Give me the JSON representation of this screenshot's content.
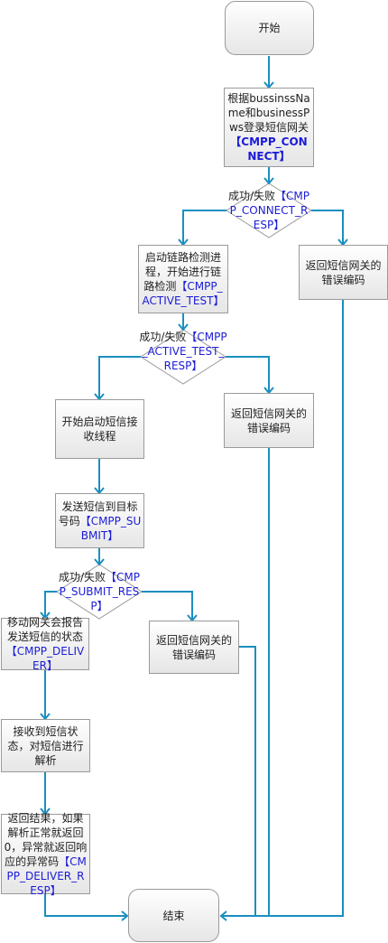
{
  "nodes": {
    "start": {
      "label": "开始"
    },
    "login": {
      "text": "根据bussinssName和businessPws登录短信网关",
      "code": "【CMPP_CONNECT】"
    },
    "decision1": {
      "text": "成功/失败",
      "code": "【CMPP_CONNECT_RESP】"
    },
    "active_test": {
      "text": "启动链路检测进程，开始进行链路检测",
      "code": "【CMPP_ACTIVE_TEST】"
    },
    "error1": {
      "label": "返回短信网关的错误编码"
    },
    "decision2": {
      "text": "成功/失败",
      "code": "【CMPP_ACTIVE_TEST_RESP】"
    },
    "recv_thread": {
      "label": "开始启动短信接收线程"
    },
    "error2": {
      "label": "返回短信网关的错误编码"
    },
    "submit": {
      "text": "发送短信到目标号码",
      "code": "【CMPP_SUBMIT】"
    },
    "decision3": {
      "text": "成功/失败",
      "code": "【CMPP_SUBMIT_RESP】"
    },
    "deliver": {
      "text": "移动网关会报告发送短信的状态",
      "code": "【CMPP_DELIVER】"
    },
    "error3": {
      "label": "返回短信网关的错误编码"
    },
    "parse": {
      "label": "接收到短信状态，对短信进行解析"
    },
    "deliver_resp": {
      "text": "返回结果，如果解析正常就返回0，异常就返回响应的异常码",
      "code": "【CMPP_DELIVER_RESP】"
    },
    "end": {
      "label": "结束"
    }
  },
  "colors": {
    "edge": "#1a8fc0",
    "code": "#1b1bd8",
    "border": "#9a9a9a"
  }
}
